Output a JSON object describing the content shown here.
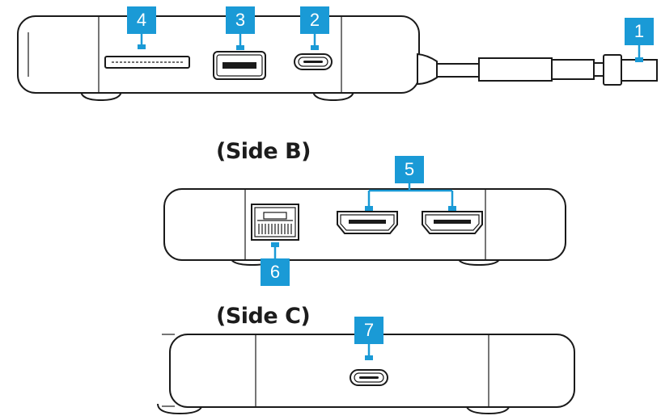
{
  "side_labels": {
    "side_b": "(Side B)",
    "side_c": "(Side C)"
  },
  "callouts": {
    "c1": "1",
    "c2": "2",
    "c3": "3",
    "c4": "4",
    "c5": "5",
    "c6": "6",
    "c7": "7"
  },
  "ports": {
    "1": "cable-connector",
    "2": "usb-c-port",
    "3": "usb-a-port",
    "4": "sd-card-slot",
    "5": "hdmi-ports",
    "6": "ethernet-port",
    "7": "usb-c-pd-port"
  },
  "colors": {
    "callout": "#1a9ad6",
    "outline": "#1a1a1a",
    "background": "#ffffff"
  }
}
